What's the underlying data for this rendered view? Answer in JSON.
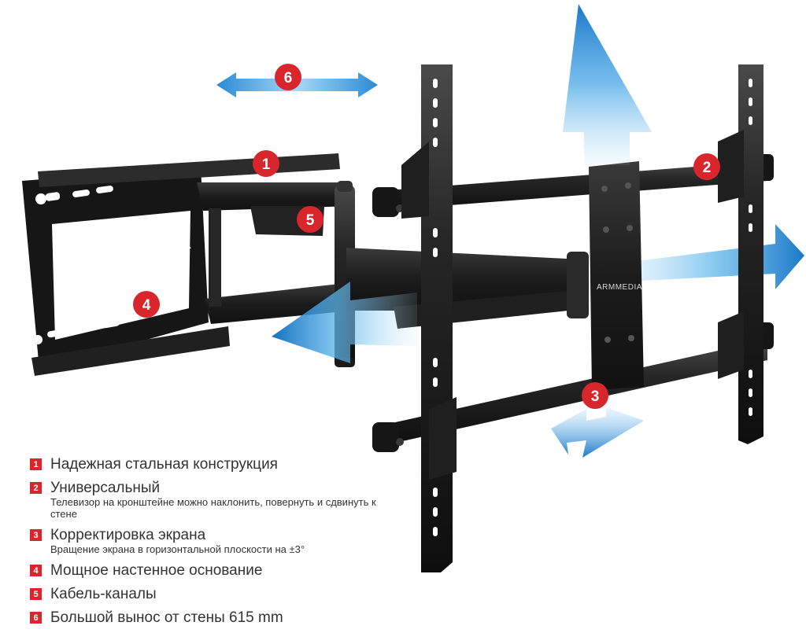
{
  "brand": {
    "logo_text": "ARMMEDIA"
  },
  "colors": {
    "accent_red": "#d8262c",
    "steel_dark": "#1e1e1e",
    "arrow_blue": "#1e88d8"
  },
  "markers": [
    "1",
    "2",
    "3",
    "4",
    "5",
    "6"
  ],
  "legend": [
    {
      "number": "1",
      "title": "Надежная стальная конструкция",
      "desc": ""
    },
    {
      "number": "2",
      "title": "Универсальный",
      "desc": "Телевизор на кронштейне можно наклонить, повернуть и сдвинуть к стене"
    },
    {
      "number": "3",
      "title": "Корректировка экрана",
      "desc": "Вращение экрана в горизонтальной плоскости на ±3°"
    },
    {
      "number": "4",
      "title": "Мощное настенное основание",
      "desc": ""
    },
    {
      "number": "5",
      "title": "Кабель-каналы",
      "desc": ""
    },
    {
      "number": "6",
      "title": "Большой вынос от стены 615 mm",
      "desc": ""
    }
  ]
}
